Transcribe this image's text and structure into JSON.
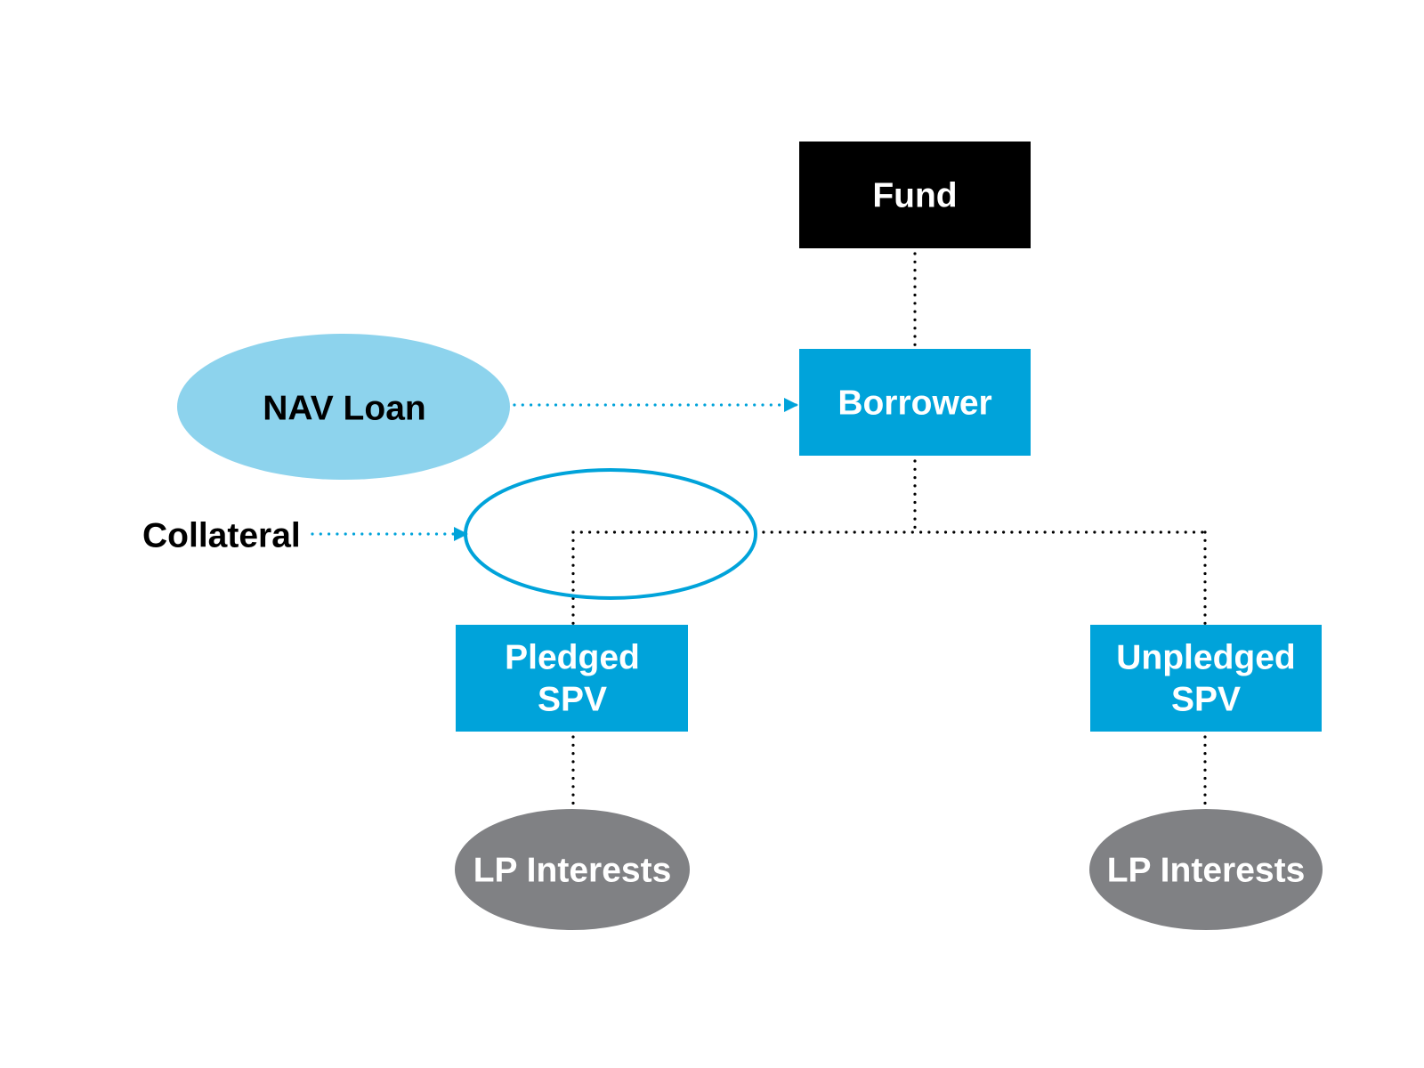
{
  "diagram": {
    "title": "NAV loan structure",
    "colors": {
      "fund_fill": "#000000",
      "entity_fill": "#00A3DA",
      "loan_fill": "#8DD3ED",
      "collateral_outline": "#00A3DA",
      "lp_interests_fill": "#808184",
      "light_text": "#FFFFFF",
      "dark_text": "#000000",
      "ownership_line": "#000000",
      "arrow_line": "#00A3DA"
    },
    "nodes": {
      "fund": {
        "label": "Fund",
        "shape": "rectangle"
      },
      "borrower": {
        "label": "Borrower",
        "shape": "rectangle"
      },
      "nav_loan": {
        "label": "NAV Loan",
        "shape": "ellipse"
      },
      "collateral": {
        "label": "Collateral",
        "shape": "text"
      },
      "collateral_marker": {
        "label": "",
        "shape": "ellipse-outline"
      },
      "pledged_spv": {
        "label_lines": [
          "Pledged",
          "SPV"
        ],
        "shape": "rectangle"
      },
      "unpledged_spv": {
        "label_lines": [
          "Unpledged",
          "SPV"
        ],
        "shape": "rectangle"
      },
      "lp_interests_pledged": {
        "label": "LP Interests",
        "shape": "ellipse"
      },
      "lp_interests_unpledged": {
        "label": "LP Interests",
        "shape": "ellipse"
      }
    },
    "edges": [
      {
        "from": "fund",
        "to": "borrower",
        "style": "dotted",
        "color": "black",
        "arrow": false
      },
      {
        "from": "borrower",
        "to": "pledged_spv",
        "style": "dotted",
        "color": "black",
        "arrow": false
      },
      {
        "from": "borrower",
        "to": "unpledged_spv",
        "style": "dotted",
        "color": "black",
        "arrow": false
      },
      {
        "from": "pledged_spv",
        "to": "lp_interests_pledged",
        "style": "dotted",
        "color": "black",
        "arrow": false
      },
      {
        "from": "unpledged_spv",
        "to": "lp_interests_unpledged",
        "style": "dotted",
        "color": "black",
        "arrow": false
      },
      {
        "from": "nav_loan",
        "to": "borrower",
        "style": "dotted",
        "color": "cyan",
        "arrow": true
      },
      {
        "from": "collateral",
        "to": "collateral_marker",
        "style": "dotted",
        "color": "cyan",
        "arrow": true
      }
    ]
  }
}
